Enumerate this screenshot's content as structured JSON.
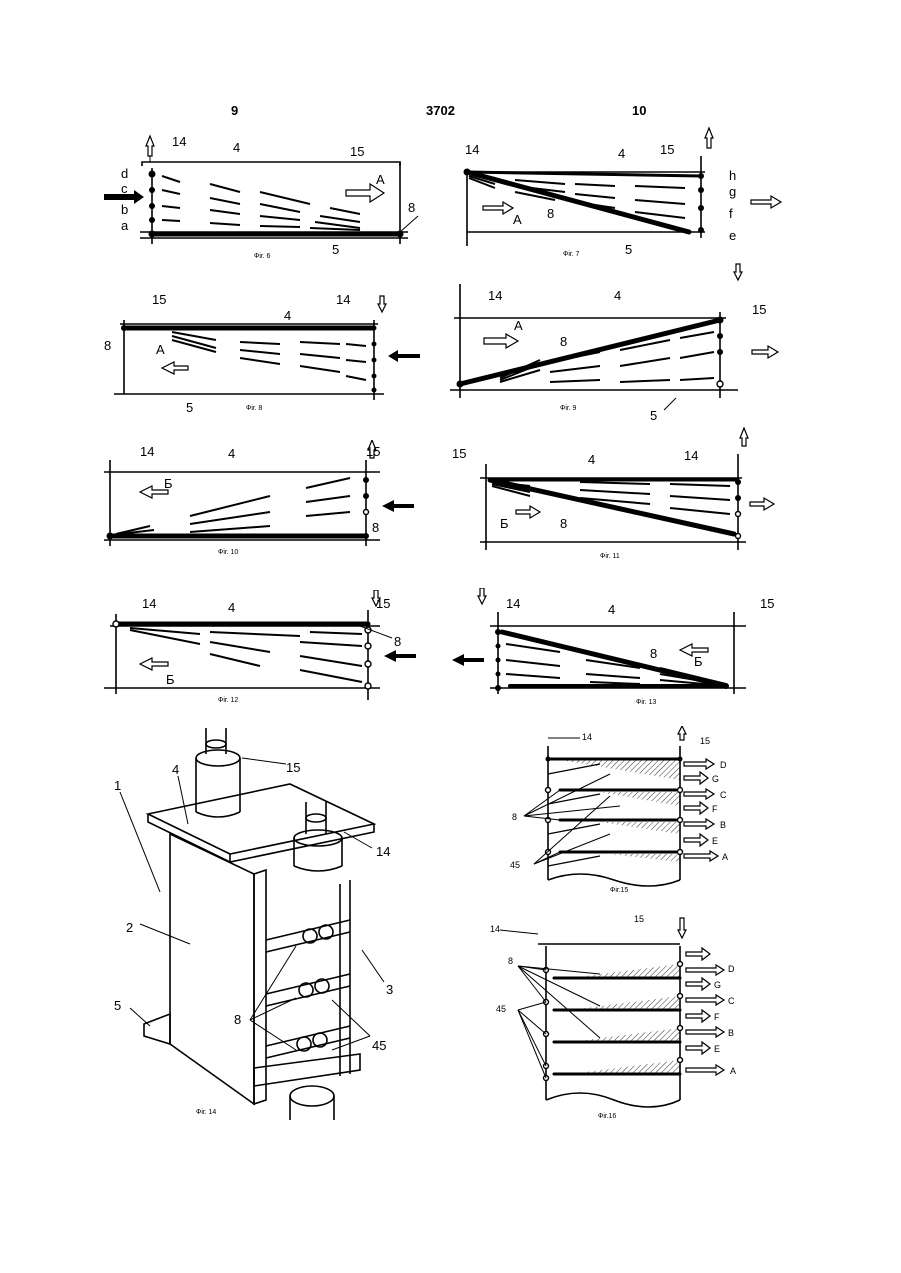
{
  "header": {
    "left": "9",
    "center": "3702",
    "right": "10"
  },
  "fig6": {
    "caption": "Фіг. 6",
    "l14": "14",
    "l4": "4",
    "l15": "15",
    "lA": "A",
    "l8": "8",
    "l5": "5",
    "pd": "d",
    "pc": "c",
    "pb": "b",
    "pa": "a"
  },
  "fig7": {
    "caption": "Фіг. 7",
    "l14": "14",
    "l4": "4",
    "l15": "15",
    "lA": "A",
    "l8": "8",
    "l5": "5",
    "ph": "h",
    "pg": "g",
    "pf": "f",
    "pe": "e"
  },
  "fig8": {
    "caption": "Фіг. 8",
    "l15": "15",
    "l4": "4",
    "l14": "14",
    "l8": "8",
    "lA": "A",
    "l5": "5"
  },
  "fig9": {
    "caption": "Фіг. 9",
    "l14": "14",
    "l4": "4",
    "l15": "15",
    "lA": "A",
    "l8": "8",
    "l5": "5"
  },
  "fig10": {
    "caption": "Фіг. 10",
    "l14": "14",
    "l4": "4",
    "l15": "15",
    "lB": "Б",
    "l8": "8"
  },
  "fig11": {
    "caption": "Фіг. 11",
    "l15": "15",
    "l4": "4",
    "l14": "14",
    "lB": "Б",
    "l8": "8"
  },
  "fig12": {
    "caption": "Фіг. 12",
    "l14": "14",
    "l4": "4",
    "l15": "15",
    "l8": "8",
    "lB": "Б"
  },
  "fig13": {
    "caption": "Фіг. 13",
    "l14": "14",
    "l4": "4",
    "l15": "15",
    "l8": "8",
    "lB": "Б"
  },
  "fig14": {
    "caption": "Фіг. 14",
    "l15": "15",
    "l4": "4",
    "l1": "1",
    "l14": "14",
    "l2": "2",
    "l8": "8",
    "l3": "3",
    "l5": "5",
    "l45": "45"
  },
  "fig15": {
    "caption": "Фіг.15",
    "l14": "14",
    "l15": "15",
    "l8": "8",
    "l45": "45",
    "outs": [
      "D",
      "G",
      "C",
      "F",
      "B",
      "E",
      "A"
    ]
  },
  "fig16": {
    "caption": "Фіг.16",
    "l14": "14",
    "l15": "15",
    "l8": "8",
    "l45": "45",
    "outs": [
      "D",
      "G",
      "C",
      "F",
      "B",
      "E",
      "A"
    ]
  }
}
